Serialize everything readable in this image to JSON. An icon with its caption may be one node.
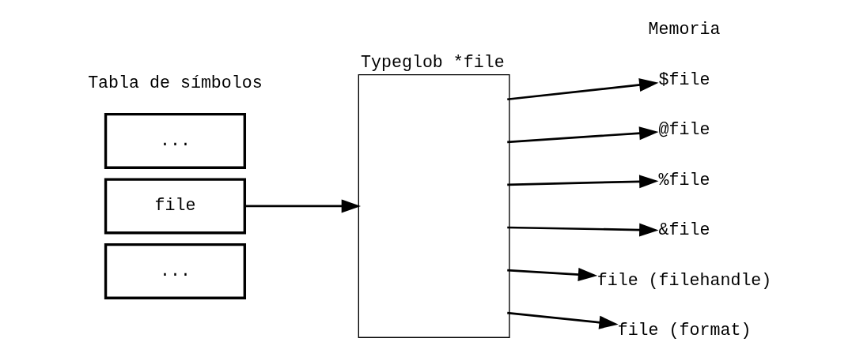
{
  "diagram": {
    "nodes": [
      {
        "text": [
          "..."
        ]
      },
      {
        "text": [
          "file"
        ]
      },
      {
        "text": [
          "..."
        ]
      },
      {
        "text": [
          "Typeglob *file"
        ]
      },
      {
        "text": [
          "$file"
        ]
      },
      {
        "text": [
          "@file"
        ]
      },
      {
        "text": [
          "%file"
        ]
      },
      {
        "text": [
          "&file"
        ]
      },
      {
        "text": [
          "file (filehandle)"
        ]
      },
      {
        "text": [
          "file (format)"
        ]
      }
    ],
    "edges": [
      {
        "from": 1,
        "to": 3,
        "arrow": "to"
      },
      {
        "from": 3,
        "to": 4,
        "arrow": "to"
      },
      {
        "from": 3,
        "to": 5,
        "arrow": "to"
      },
      {
        "from": 3,
        "to": 6,
        "arrow": "to"
      },
      {
        "from": 3,
        "to": 7,
        "arrow": "to"
      },
      {
        "from": 3,
        "to": 8,
        "arrow": "to"
      },
      {
        "from": 3,
        "to": 9,
        "arrow": "to"
      }
    ],
    "labels": [
      "Tabla de símbolos",
      "Memoria"
    ]
  }
}
